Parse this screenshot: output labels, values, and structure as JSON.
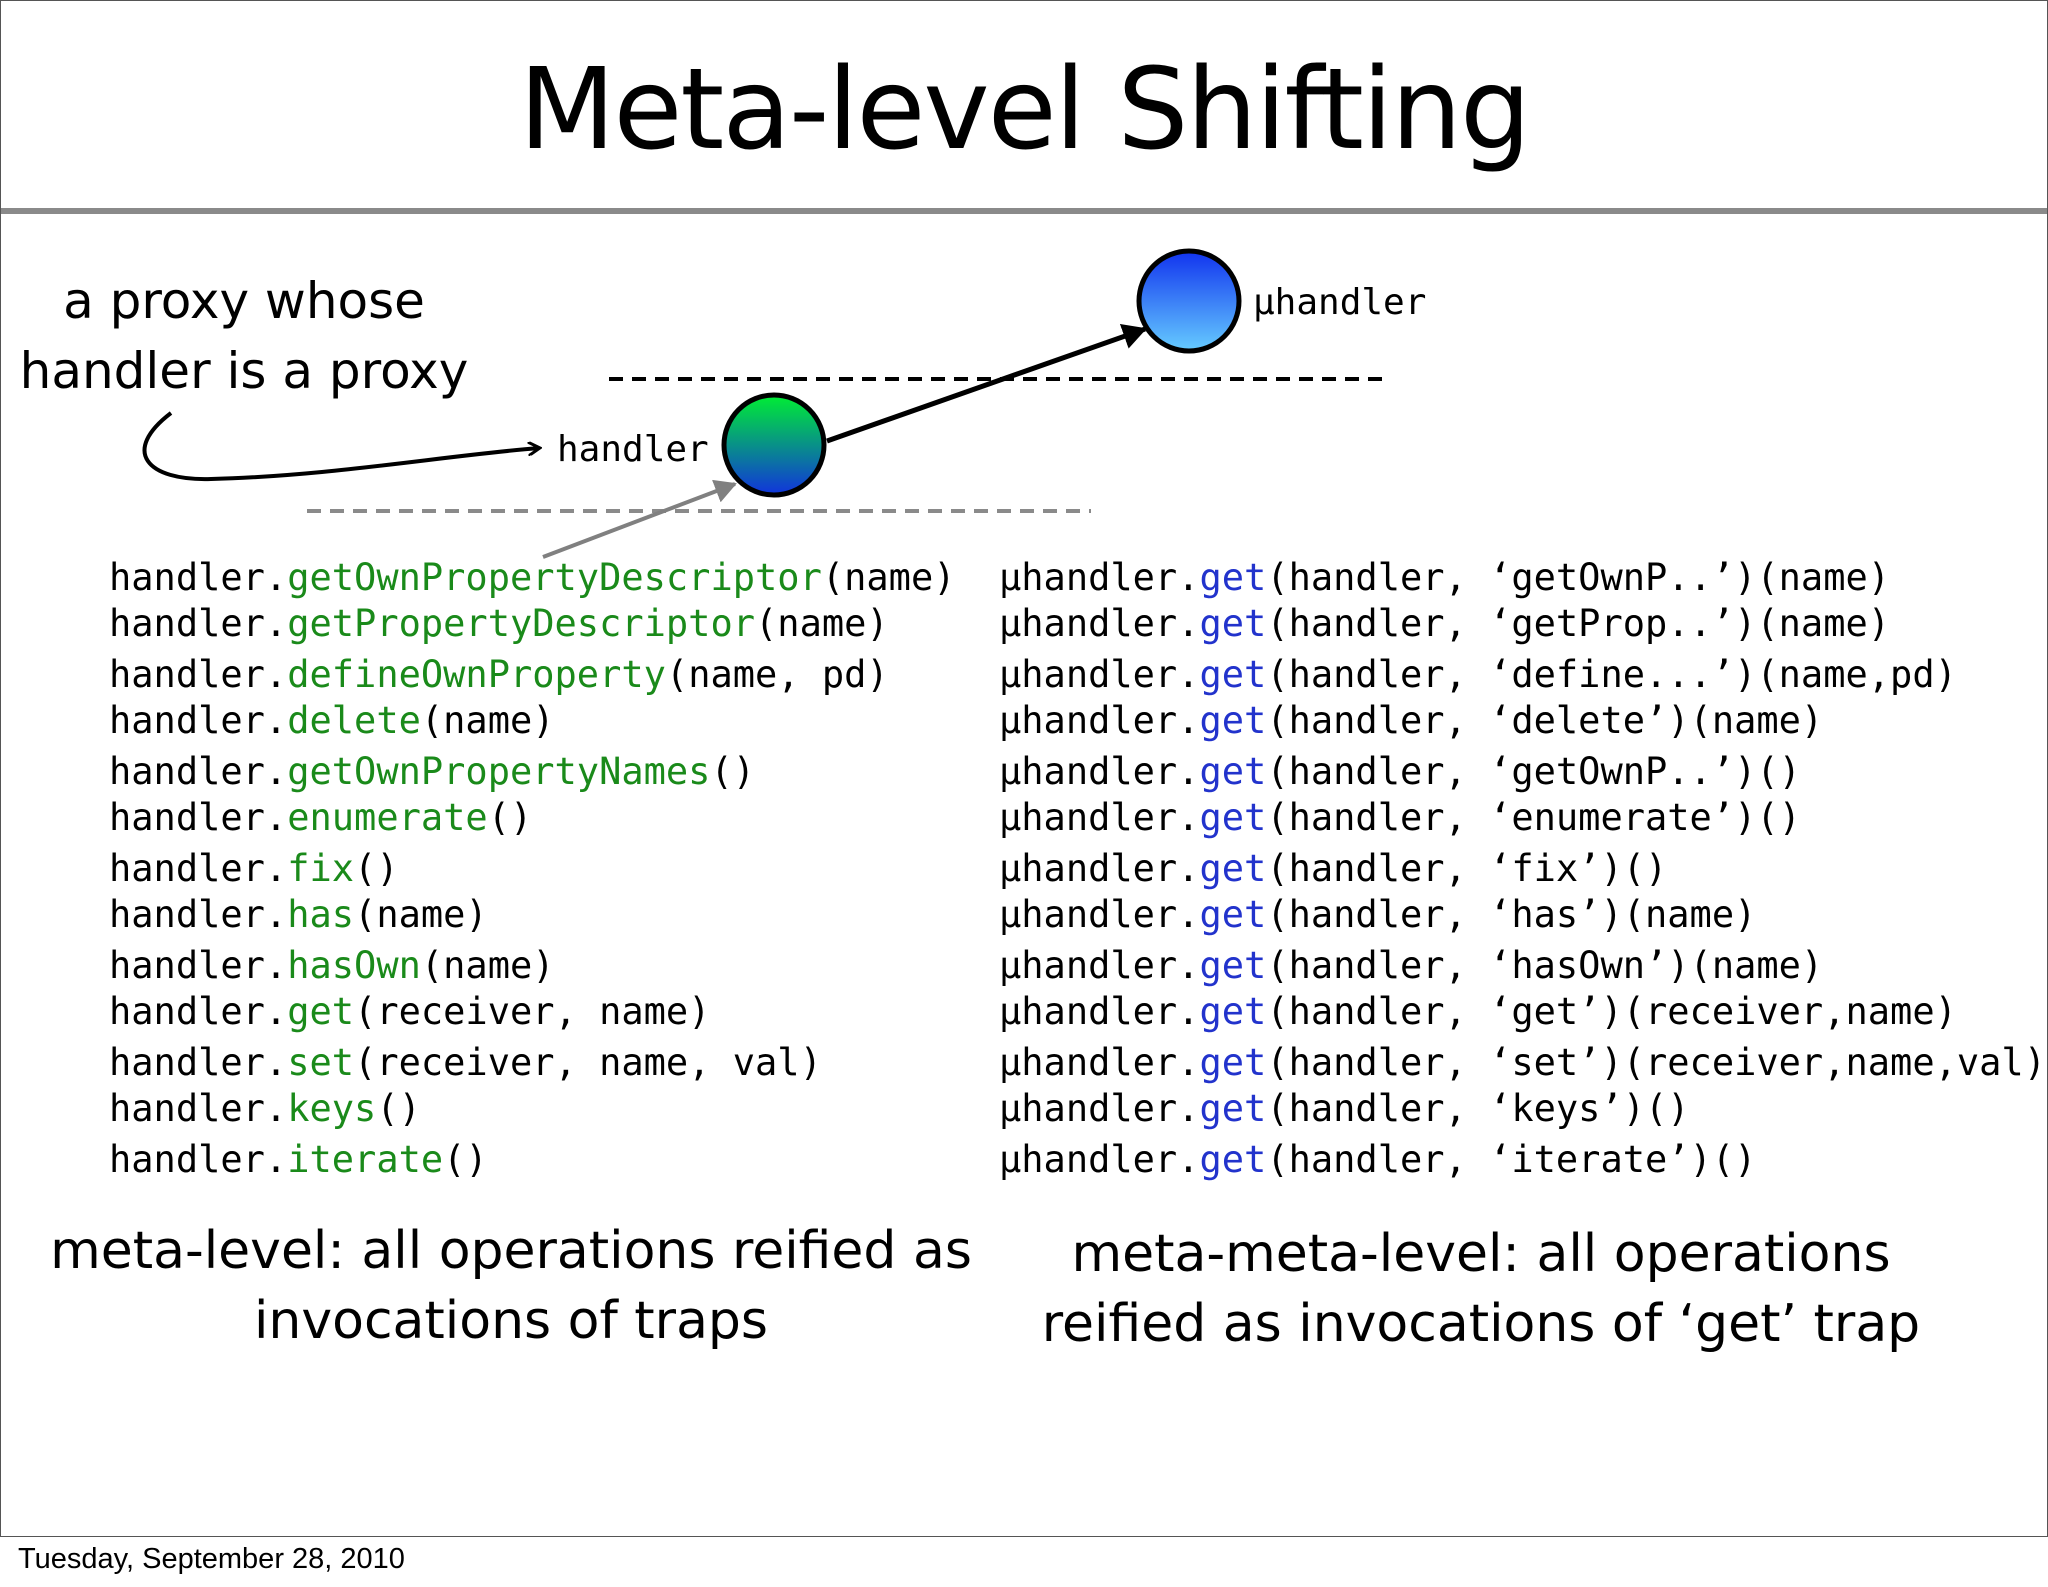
{
  "title": "Meta-level Shifting",
  "colors": {
    "trap_green": "#1a8a1a",
    "get_blue": "#2233cc",
    "node_handler": [
      "#00ee33",
      "#1133dd"
    ],
    "node_uhandler": [
      "#1133ee",
      "#66ccff"
    ]
  },
  "diagram": {
    "callout_lines": [
      "a proxy whose",
      "handler is a proxy"
    ],
    "handler_label": "handler",
    "uhandler_label": "µhandler"
  },
  "left_code": {
    "prefix": "handler.",
    "lines": [
      {
        "method": "getOwnPropertyDescriptor",
        "args": "(name)"
      },
      {
        "method": "getPropertyDescriptor",
        "args": "(name)"
      },
      {
        "method": "defineOwnProperty",
        "args": "(name, pd)"
      },
      {
        "method": "delete",
        "args": "(name)"
      },
      {
        "method": "getOwnPropertyNames",
        "args": "()"
      },
      {
        "method": "enumerate",
        "args": "()"
      },
      {
        "method": "fix",
        "args": "()"
      },
      {
        "method": "has",
        "args": "(name)"
      },
      {
        "method": "hasOwn",
        "args": "(name)"
      },
      {
        "method": "get",
        "args": "(receiver, name)"
      },
      {
        "method": "set",
        "args": "(receiver, name, val)"
      },
      {
        "method": "keys",
        "args": "()"
      },
      {
        "method": "iterate",
        "args": "()"
      }
    ]
  },
  "right_code": {
    "prefix": "µhandler.",
    "method": "get",
    "lines": [
      "(handler, ‘getOwnP..’)(name)",
      "(handler, ‘getProp..’)(name)",
      "(handler, ‘define...’)(name,pd)",
      "(handler, ‘delete’)(name)",
      "(handler, ‘getOwnP..’)()",
      "(handler, ‘enumerate’)()",
      "(handler, ‘fix’)()",
      "(handler, ‘has’)(name)",
      "(handler, ‘hasOwn’)(name)",
      "(handler, ‘get’)(receiver,name)",
      "(handler, ‘set’)(receiver,name,val)",
      "(handler, ‘keys’)()",
      "(handler, ‘iterate’)()"
    ]
  },
  "captions": {
    "left": [
      "meta-level: all operations reified as",
      "invocations of traps"
    ],
    "right": [
      "meta-meta-level: all operations",
      "reified as invocations of ‘get’ trap"
    ]
  },
  "footer": "Tuesday, September 28, 2010"
}
